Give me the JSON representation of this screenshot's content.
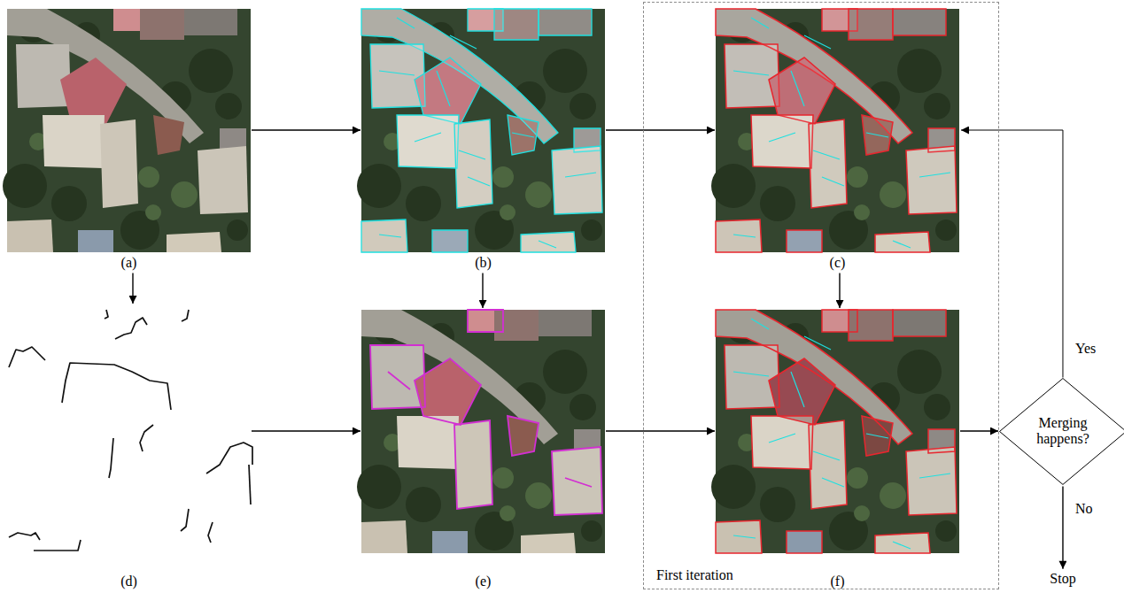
{
  "diagram": {
    "nodes": [
      {
        "text": [
          "(a)"
        ]
      },
      {
        "text": [
          "(b)"
        ]
      },
      {
        "text": [
          "First iteration"
        ]
      },
      {
        "text": [
          "(c)"
        ],
        "in": 2
      },
      {
        "text": [
          "(d)"
        ]
      },
      {
        "text": [
          "(e)"
        ]
      },
      {
        "text": [
          "(f)"
        ],
        "in": 2
      },
      {
        "text": [
          "Merging happens?"
        ]
      },
      {
        "text": [
          "Stop"
        ]
      }
    ],
    "edges": [
      {
        "from": 0,
        "to": 1,
        "arrow": "to"
      },
      {
        "from": 1,
        "to": 3,
        "arrow": "to"
      },
      {
        "from": 0,
        "to": 4,
        "arrow": "to"
      },
      {
        "from": 1,
        "to": 5,
        "arrow": "to"
      },
      {
        "from": 3,
        "to": 6,
        "arrow": "to"
      },
      {
        "from": 4,
        "to": 5,
        "arrow": "to"
      },
      {
        "from": 5,
        "to": 6,
        "arrow": "to"
      },
      {
        "from": 6,
        "to": 7,
        "arrow": "to"
      },
      {
        "from": 7,
        "to": 3,
        "label": "Yes",
        "arrow": "to"
      },
      {
        "from": 7,
        "to": 8,
        "label": "No",
        "arrow": "to"
      }
    ]
  }
}
